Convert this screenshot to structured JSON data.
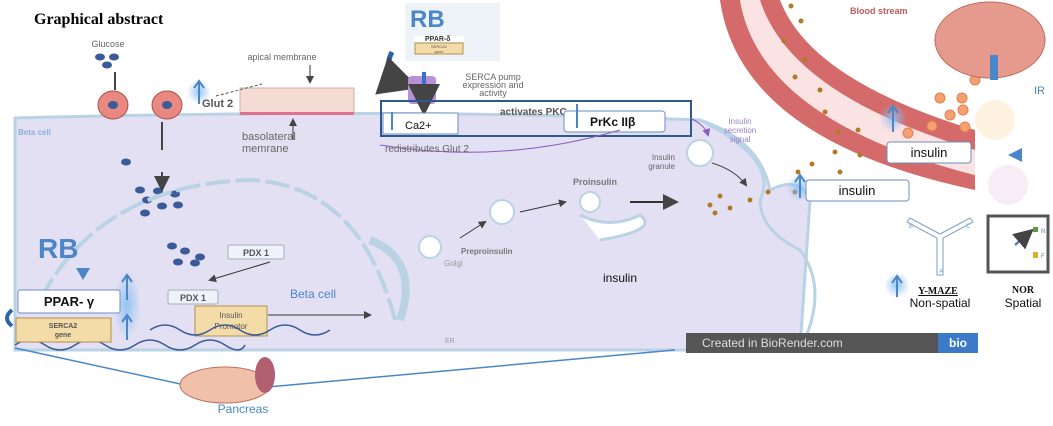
{
  "title": "Graphical abstract",
  "labels": {
    "glucose": "Glucose",
    "apical_membrane": "apical membrane",
    "glut2": "Glut 2",
    "basolateral": [
      "basolateral",
      "memrane"
    ],
    "beta_cell_top": "Beta cell",
    "rb_top": "RB",
    "ppar_delta": "PPAR-δ",
    "serca2_gene_top": [
      "SERCA2",
      "gene"
    ],
    "serca_pump": [
      "SERCA pump",
      "expression and",
      "activity"
    ],
    "activates_pkc": "activates PKC",
    "ca2": "Ca2+",
    "prkc": "PrKc IIβ",
    "redistributes": "redistributes Glut 2",
    "insulin_secretion": [
      "Insulin",
      "secretion",
      "signal"
    ],
    "insulin_granule": [
      "Insulin",
      "granule"
    ],
    "proinsulin": "Proinsulin",
    "preproinsulin": "Preproinsulin",
    "golgi": "Golgi",
    "insulin_mid": "insulin",
    "rb_left": "RB",
    "ppar_gamma": "PPAR- γ",
    "serca2_gene": [
      "SERCA2",
      "gene"
    ],
    "pdx1_a": "PDX 1",
    "pdx1_b": "PDX 1",
    "insulin_promotor": [
      "Insulin",
      "Promotor"
    ],
    "beta_cell": "Beta cell",
    "er": "ER",
    "pancreas": "Pancreas",
    "insulin_box1": "insulin",
    "insulin_box2": "insulin",
    "blood_stream": "Blood stream",
    "ir": "IR",
    "ymaze": "Y-MAZE",
    "non_spatial": "Non-spatial",
    "nor": "NOR",
    "spatial": "Spatial",
    "maze_arms": [
      "A",
      "B",
      "C"
    ],
    "nor_objects": [
      "N",
      "F"
    ],
    "biorender": "Created in BioRender.com",
    "bio": "bio"
  },
  "colors": {
    "cell": "#e4e0f4",
    "membrane": "#b9d2e4",
    "accent_blue": "#4a86c8",
    "vessel": "#d46a6a",
    "insulin_dot": "#b07a2a"
  }
}
